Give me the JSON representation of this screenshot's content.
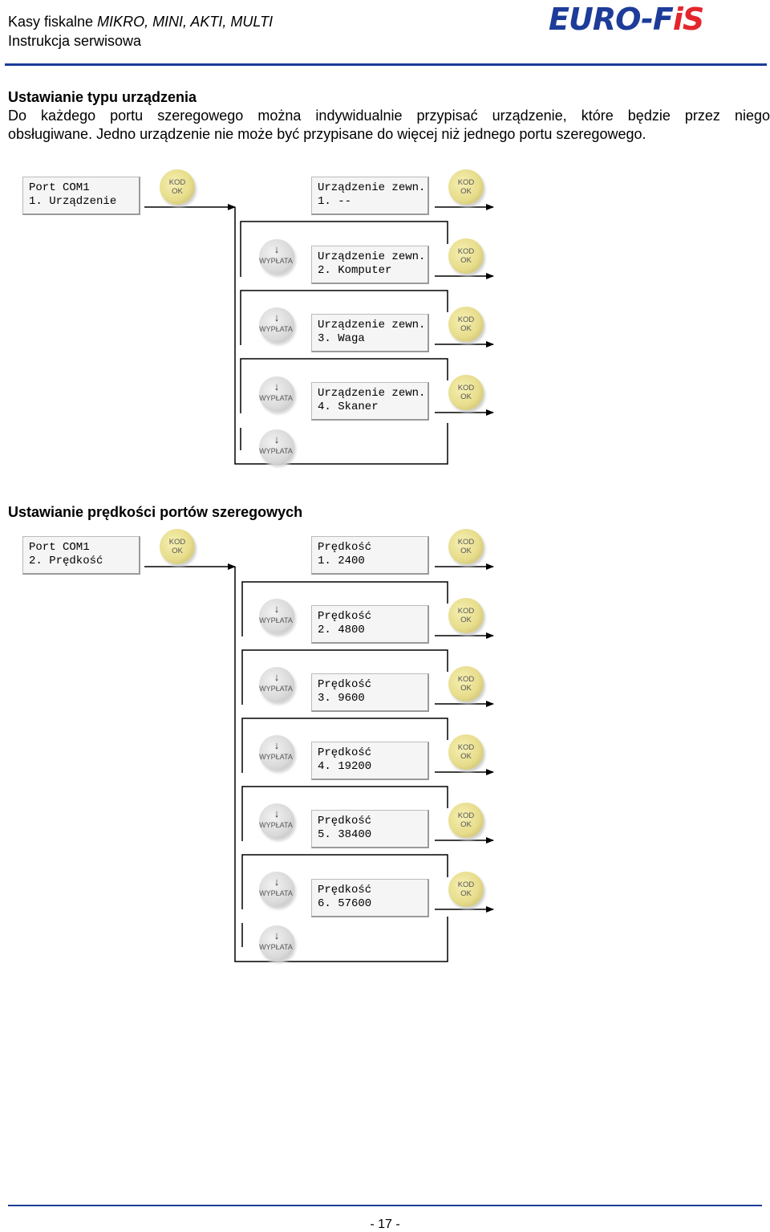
{
  "header": {
    "line1_plain": "Kasy fiskalne ",
    "line1_italic": "MIKRO, MINI, AKTI, MULTI",
    "line2": "Instrukcja serwisowa",
    "logo_part1": "EURO-F",
    "logo_part2": "iS"
  },
  "section1": {
    "title": "Ustawianie typu urządzenia",
    "para_line1": "Do każdego portu szeregowego można indywidualnie przypisać urządzenie, które będzie przez niego",
    "para_line2": "obsługiwane. Jedno urządzenie nie może być przypisane do więcej niż jednego portu szeregowego.",
    "start_display": "Port COM1\n1. Urządzenie",
    "options": [
      "Urządzenie zewn.\n1. --",
      "Urządzenie zewn.\n2. Komputer",
      "Urządzenie zewn.\n3. Waga",
      "Urządzenie zewn.\n4. Skaner"
    ]
  },
  "section2": {
    "title": "Ustawianie prędkości portów szeregowych",
    "start_display": "Port COM1\n2. Prędkość",
    "options": [
      "Prędkość\n1. 2400",
      "Prędkość\n2. 4800",
      "Prędkość\n3. 9600",
      "Prędkość\n4. 19200",
      "Prędkość\n5. 38400",
      "Prędkość\n6. 57600"
    ]
  },
  "buttons": {
    "kod_line1": "KOD",
    "kod_line2": "OK",
    "wyplata_arrow": "↓",
    "wyplata_label": "WYPŁATA"
  },
  "footer": {
    "page_number": "- 17 -"
  }
}
